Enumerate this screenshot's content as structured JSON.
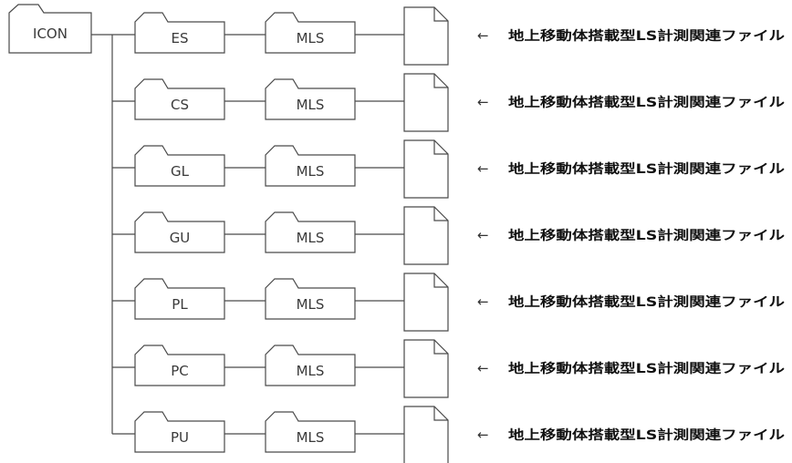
{
  "root": {
    "label": "ICON"
  },
  "rows": [
    {
      "folder": "ES",
      "subfolder": "MLS",
      "arrow": "←",
      "description": "地上移動体搭載型LS計測関連ファイル"
    },
    {
      "folder": "CS",
      "subfolder": "MLS",
      "arrow": "←",
      "description": "地上移動体搭載型LS計測関連ファイル"
    },
    {
      "folder": "GL",
      "subfolder": "MLS",
      "arrow": "←",
      "description": "地上移動体搭載型LS計測関連ファイル"
    },
    {
      "folder": "GU",
      "subfolder": "MLS",
      "arrow": "←",
      "description": "地上移動体搭載型LS計測関連ファイル"
    },
    {
      "folder": "PL",
      "subfolder": "MLS",
      "arrow": "←",
      "description": "地上移動体搭載型LS計測関連ファイル"
    },
    {
      "folder": "PC",
      "subfolder": "MLS",
      "arrow": "←",
      "description": "地上移動体搭載型LS計測関連ファイル"
    },
    {
      "folder": "PU",
      "subfolder": "MLS",
      "arrow": "←",
      "description": "地上移動体搭載型LS計測関連ファイル"
    }
  ]
}
